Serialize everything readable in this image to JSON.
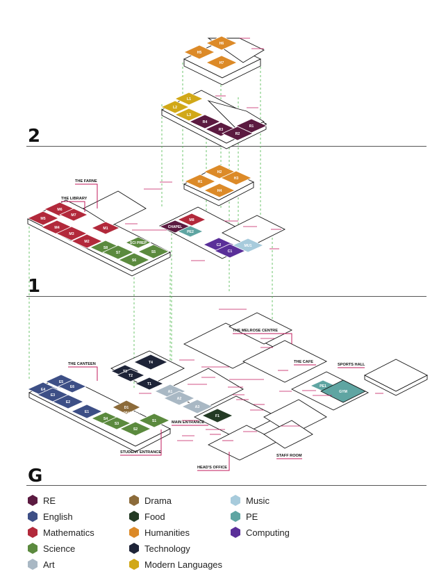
{
  "floors": [
    {
      "id": "2",
      "label": "2"
    },
    {
      "id": "1",
      "label": "1"
    },
    {
      "id": "G",
      "label": "G"
    }
  ],
  "colors": {
    "RE": "#5b1a40",
    "English": "#3d4f86",
    "Mathematics": "#b2293b",
    "Science": "#5b8a3e",
    "Art": "#a9b8c4",
    "Drama": "#8c6b3a",
    "Food": "#233a24",
    "Humanities": "#dc8a28",
    "Technology": "#1e2438",
    "ModernLanguages": "#d1a818",
    "Music": "#a7cbdc",
    "PE": "#5fa5a2",
    "Computing": "#5a2f99",
    "label": "#c2185b",
    "guide": "#49b649"
  },
  "labels": {
    "the_farne": "THE FARNE",
    "the_library": "THE LIBRARY",
    "chapel": "CHAPEL",
    "the_melrose_centre": "THE MELROSE CENTRE",
    "the_canteen": "THE CANTEEN",
    "the_cafe": "THE CAFE",
    "sports_hall": "SPORTS HALL",
    "main_entrance": "MAIN ENTRANCE",
    "student_entrance": "STUDENT ENTRANCE",
    "staff_room": "STAFF ROOM",
    "heads_office": "HEAD'S OFFICE",
    "gym": "GYM",
    "drama_studio": "DRAMA STUDIO"
  },
  "rooms": {
    "H5": "H5",
    "H6": "H6",
    "H7": "H7",
    "L1": "L1",
    "L2": "L2",
    "L3": "L3",
    "R1": "R1",
    "R2": "R2",
    "R3": "R3",
    "R4": "R4",
    "H1": "H1",
    "H2": "H2",
    "H3": "H3",
    "H4": "H4",
    "M1": "M1",
    "M2": "M2",
    "M3": "M3",
    "M4": "M4",
    "M5": "M5",
    "M6": "M6",
    "M7": "M7",
    "M8": "M8",
    "S1": "S1",
    "S2": "S2",
    "S3": "S3",
    "S4": "S4",
    "S5": "S5",
    "S6": "S6",
    "S7": "S7",
    "S8": "S8",
    "SCI_PREP": "SCI PREP",
    "PE2": "PE2",
    "PE1": "PE1",
    "C1": "C1",
    "C2": "C2",
    "MU1": "MU1",
    "E1": "E1",
    "E2": "E2",
    "E3": "E3",
    "E4": "E4",
    "E5": "E5",
    "E6": "E6",
    "T1": "T1",
    "T2": "T2",
    "T3": "T3",
    "T4": "T4",
    "A1": "A1",
    "A2": "A2",
    "A3": "A3",
    "D1": "D1",
    "F1": "F1"
  },
  "legend": [
    {
      "key": "RE",
      "label": "RE"
    },
    {
      "key": "English",
      "label": "English"
    },
    {
      "key": "Mathematics",
      "label": "Mathematics"
    },
    {
      "key": "Science",
      "label": "Science"
    },
    {
      "key": "Art",
      "label": "Art"
    },
    {
      "key": "Drama",
      "label": "Drama"
    },
    {
      "key": "Food",
      "label": "Food"
    },
    {
      "key": "Humanities",
      "label": "Humanities"
    },
    {
      "key": "Technology",
      "label": "Technology"
    },
    {
      "key": "ModernLanguages",
      "label": "Modern Languages"
    },
    {
      "key": "Music",
      "label": "Music"
    },
    {
      "key": "PE",
      "label": "PE"
    },
    {
      "key": "Computing",
      "label": "Computing"
    }
  ]
}
